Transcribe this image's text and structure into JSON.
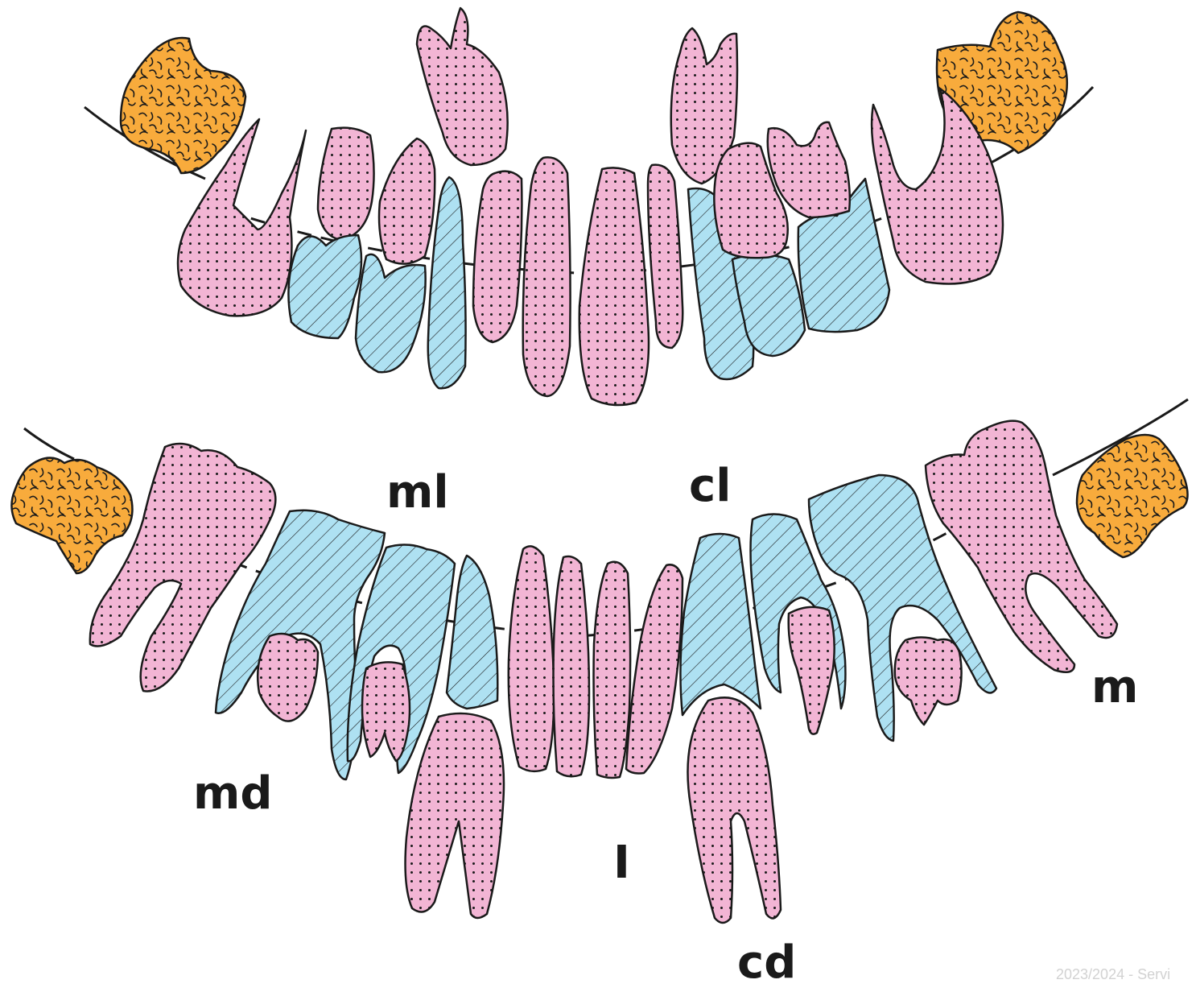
{
  "labels": {
    "ml": "ml",
    "cl": "cl",
    "m": "m",
    "md": "md",
    "I": "I",
    "cd": "cd"
  },
  "footer": "2023/2024 - Servi",
  "colors": {
    "pink": "#f2b5d4",
    "blue": "#aee1f2",
    "orange": "#f8ab3c",
    "outline": "#1a1a1a"
  }
}
